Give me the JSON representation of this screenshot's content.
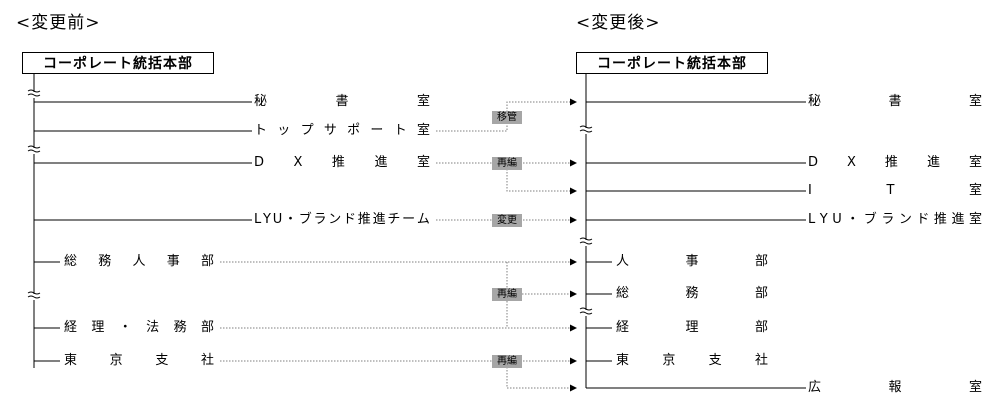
{
  "headers": {
    "before": "<変更前>",
    "after": "<変更後>"
  },
  "before": {
    "hq": "コーポレート統括本部",
    "units": [
      {
        "id": "b1",
        "label": "秘書室"
      },
      {
        "id": "b2",
        "label": "トップサポート室"
      },
      {
        "id": "b3",
        "label": "DX推進室"
      },
      {
        "id": "b4",
        "label": "LYU・ブランド推進チーム"
      },
      {
        "id": "b5",
        "label": "総務人事部"
      },
      {
        "id": "b6",
        "label": "経理・法務部"
      },
      {
        "id": "b7",
        "label": "東京支社"
      }
    ]
  },
  "after": {
    "hq": "コーポレート統括本部",
    "units": [
      {
        "id": "a1",
        "label": "秘書室"
      },
      {
        "id": "a2",
        "label": "DX推進室"
      },
      {
        "id": "a3",
        "label": "IT室"
      },
      {
        "id": "a4",
        "label": "LYU・ブランド推進室"
      },
      {
        "id": "a5",
        "label": "人事部"
      },
      {
        "id": "a6",
        "label": "総務部"
      },
      {
        "id": "a7",
        "label": "経理部"
      },
      {
        "id": "a8",
        "label": "東京支社"
      },
      {
        "id": "a9",
        "label": "広報室"
      }
    ]
  },
  "changes": {
    "transfer": "移管",
    "reorg_dx": "再編",
    "rename": "変更",
    "reorg_admin": "再編",
    "reorg_tokyo": "再編"
  },
  "colors": {
    "line": "#000000",
    "dotted": "#7f7f7f",
    "badge": "#a6a6a6"
  }
}
